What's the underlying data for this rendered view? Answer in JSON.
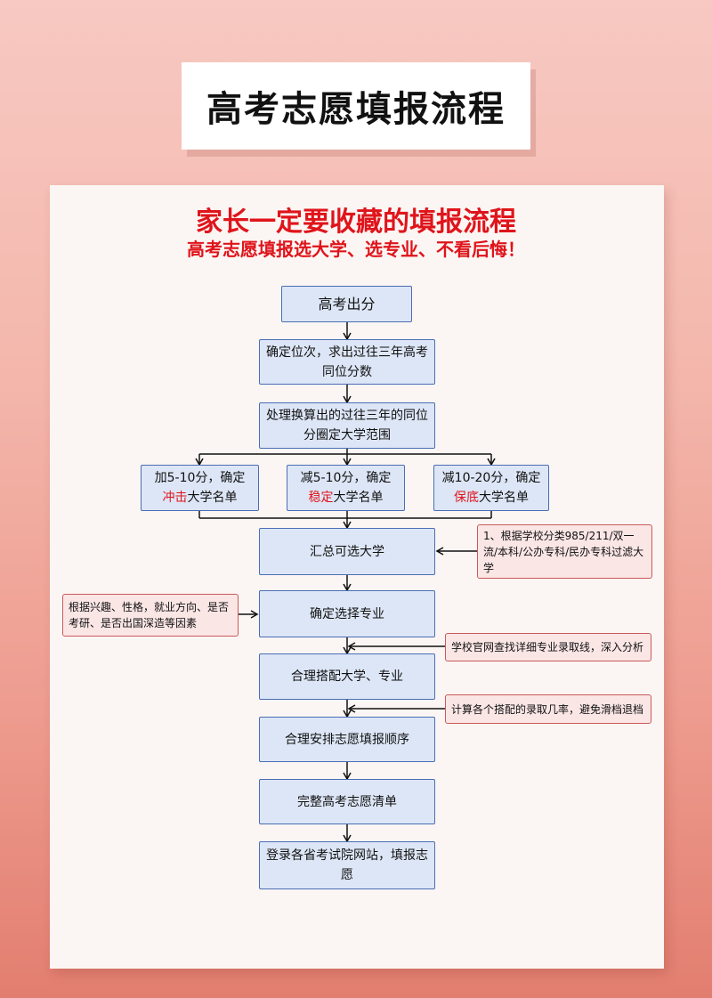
{
  "title": "高考志愿填报流程",
  "headline": "家长一定要收藏的填报流程",
  "subheadline": "高考志愿填报选大学、选专业、不看后悔！",
  "steps": {
    "s1": "高考出分",
    "s2": "确定位次，求出过往三年高考同位分数",
    "s3": "处理换算出的过往三年的同位分圈定大学范围",
    "s5": "汇总可选大学",
    "s6": "确定选择专业",
    "s7": "合理搭配大学、专业",
    "s8": "合理安排志愿填报顺序",
    "s9": "完整高考志愿清单",
    "s10": "登录各省考试院网站，填报志愿"
  },
  "branches": {
    "left": {
      "pre": "加5-10分，确定",
      "hl": "冲击",
      "post": "大学名单"
    },
    "mid": {
      "pre": "减5-10分，确定",
      "hl": "稳定",
      "post": "大学名单"
    },
    "right": {
      "pre": "减10-20分，确定",
      "hl": "保底",
      "post": "大学名单"
    }
  },
  "notes": {
    "n1": "1、根据学校分类985/211/双一流/本科/公办专科/民办专科过滤大学",
    "n2": "根据兴趣、性格，就业方向、是否考研、是否出国深造等因素",
    "n3": "学校官网查找详细专业录取线，深入分析",
    "n4": "计算各个搭配的录取几率，避免滑档退档"
  },
  "colors": {
    "highlight": "#e0141b",
    "box_fill": "#dde6f6",
    "box_border": "#4a6db5",
    "note_fill": "#fbe6e6",
    "note_border": "#c85a5a"
  }
}
